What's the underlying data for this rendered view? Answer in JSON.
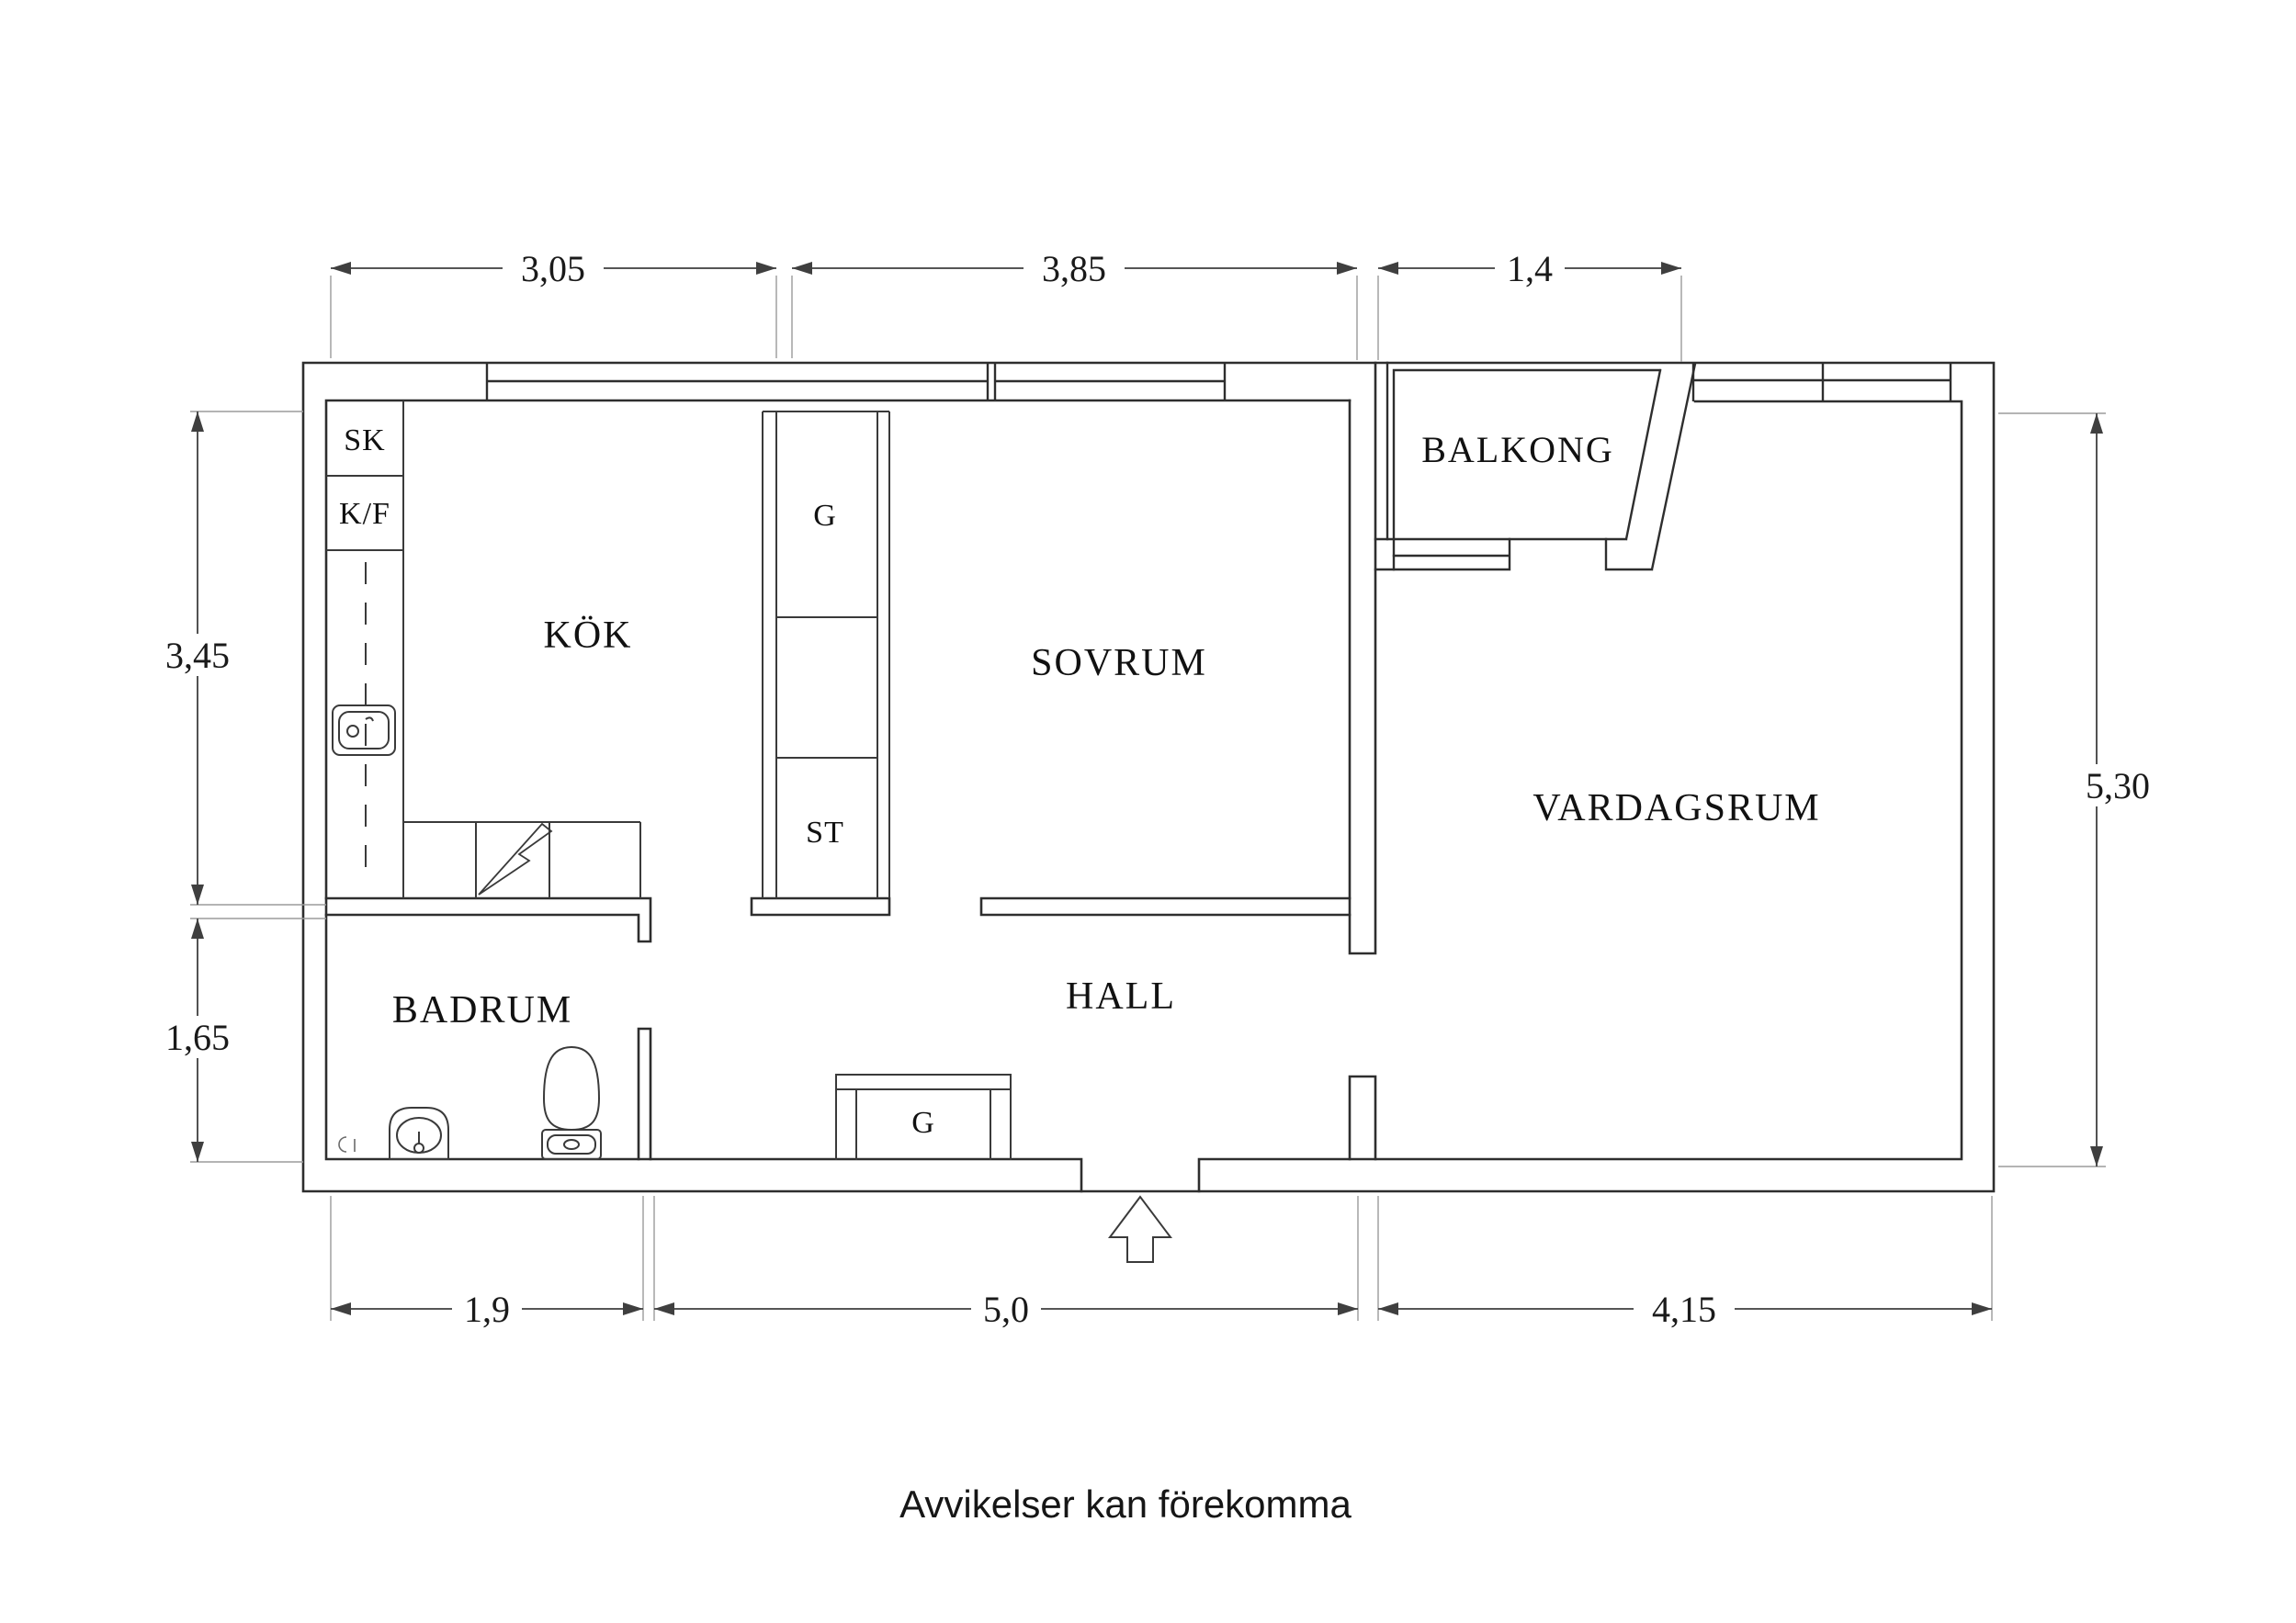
{
  "footer": {
    "disclaimer": "Avvikelser kan förekomma"
  },
  "rooms": {
    "kitchen": "KÖK",
    "bedroom": "SOVRUM",
    "living_room": "VARDAGSRUM",
    "bathroom": "BADRUM",
    "hall": "HALL",
    "balcony": "BALKONG"
  },
  "fixtures": {
    "cleaning_closet": "SK",
    "fridge_freezer": "K/F",
    "wardrobe_bedroom": "G",
    "linen_closet": "ST",
    "wardrobe_hall": "G"
  },
  "dimensions": {
    "top": {
      "kitchen": "3,05",
      "bedroom": "3,85",
      "balcony": "1,4"
    },
    "bottom": {
      "bathroom": "1,9",
      "hall": "5,0",
      "living_room": "4,15"
    },
    "left": {
      "kitchen": "3,45",
      "bathroom": "1,65"
    },
    "right": {
      "living_room": "5,30"
    }
  },
  "colors": {
    "wall": "#2e2e2e",
    "dimension": "#3f3f3f",
    "extension": "#9b9b9b",
    "background": "#ffffff"
  }
}
